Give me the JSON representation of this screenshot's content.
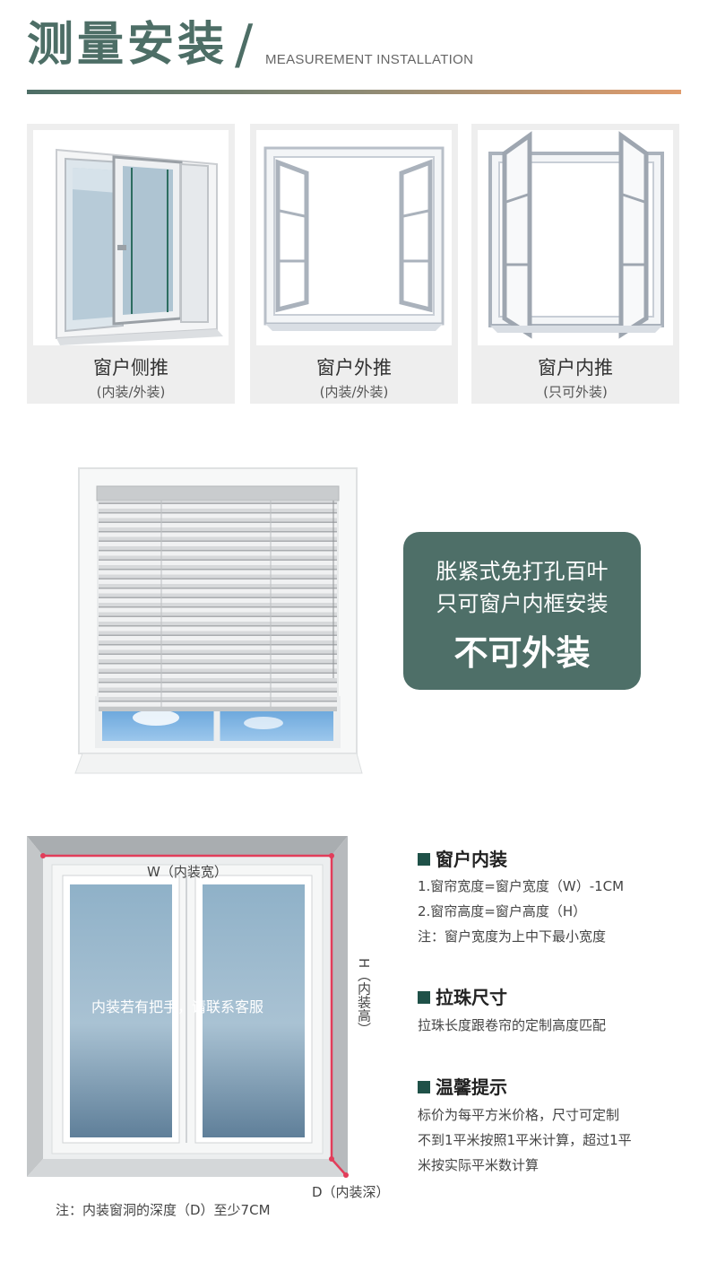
{
  "header": {
    "title": "测量安装",
    "slash": "/",
    "subtitle": "MEASUREMENT INSTALLATION"
  },
  "cards": [
    {
      "title": "窗户侧推",
      "subtitle": "(内装/外装)"
    },
    {
      "title": "窗户外推",
      "subtitle": "(内装/外装)"
    },
    {
      "title": "窗户内推",
      "subtitle": "(只可外装)"
    }
  ],
  "notice": {
    "line1": "胀紧式免打孔百叶",
    "line2": "只可窗户内框安装",
    "line3": "不可外装"
  },
  "diagram": {
    "width_label": "W（内装宽）",
    "height_label": "H（内装高）",
    "depth_label": "D（内装深）",
    "handle_note": "内装若有把手，请联系客服",
    "depth_note": "注：内装窗洞的深度（D）至少7CM",
    "colors": {
      "measure_line": "#e23d5a",
      "accent": "#4d6e66"
    }
  },
  "sections": {
    "inside": {
      "heading": "窗户内装",
      "line1": "1.窗帘宽度=窗户宽度（W）-1CM",
      "line2": "2.窗帘高度=窗户高度（H）",
      "line3": "注：窗户宽度为上中下最小宽度"
    },
    "cord": {
      "heading": "拉珠尺寸",
      "line1": "拉珠长度跟卷帘的定制高度匹配"
    },
    "tips": {
      "heading": "温馨提示",
      "line1": "标价为每平方米价格，尺寸可定制",
      "line2": "不到1平米按照1平米计算，超过1平",
      "line3": "米按实际平米数计算"
    }
  }
}
